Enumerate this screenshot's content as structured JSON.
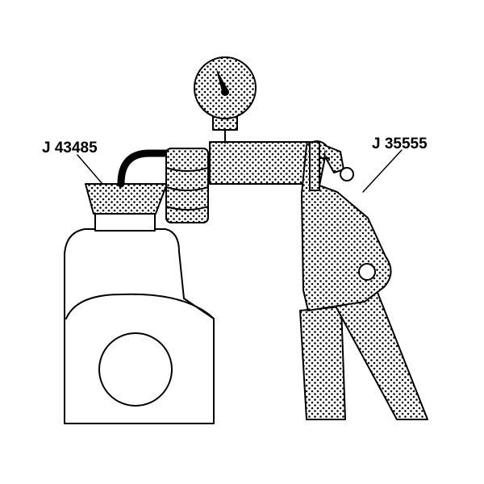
{
  "callouts": [
    {
      "id": "left",
      "text": "J 43485"
    },
    {
      "id": "right",
      "text": "J 35555"
    }
  ],
  "colors": {
    "line": "#000000",
    "background": "#ffffff",
    "stipple": "#000000"
  }
}
